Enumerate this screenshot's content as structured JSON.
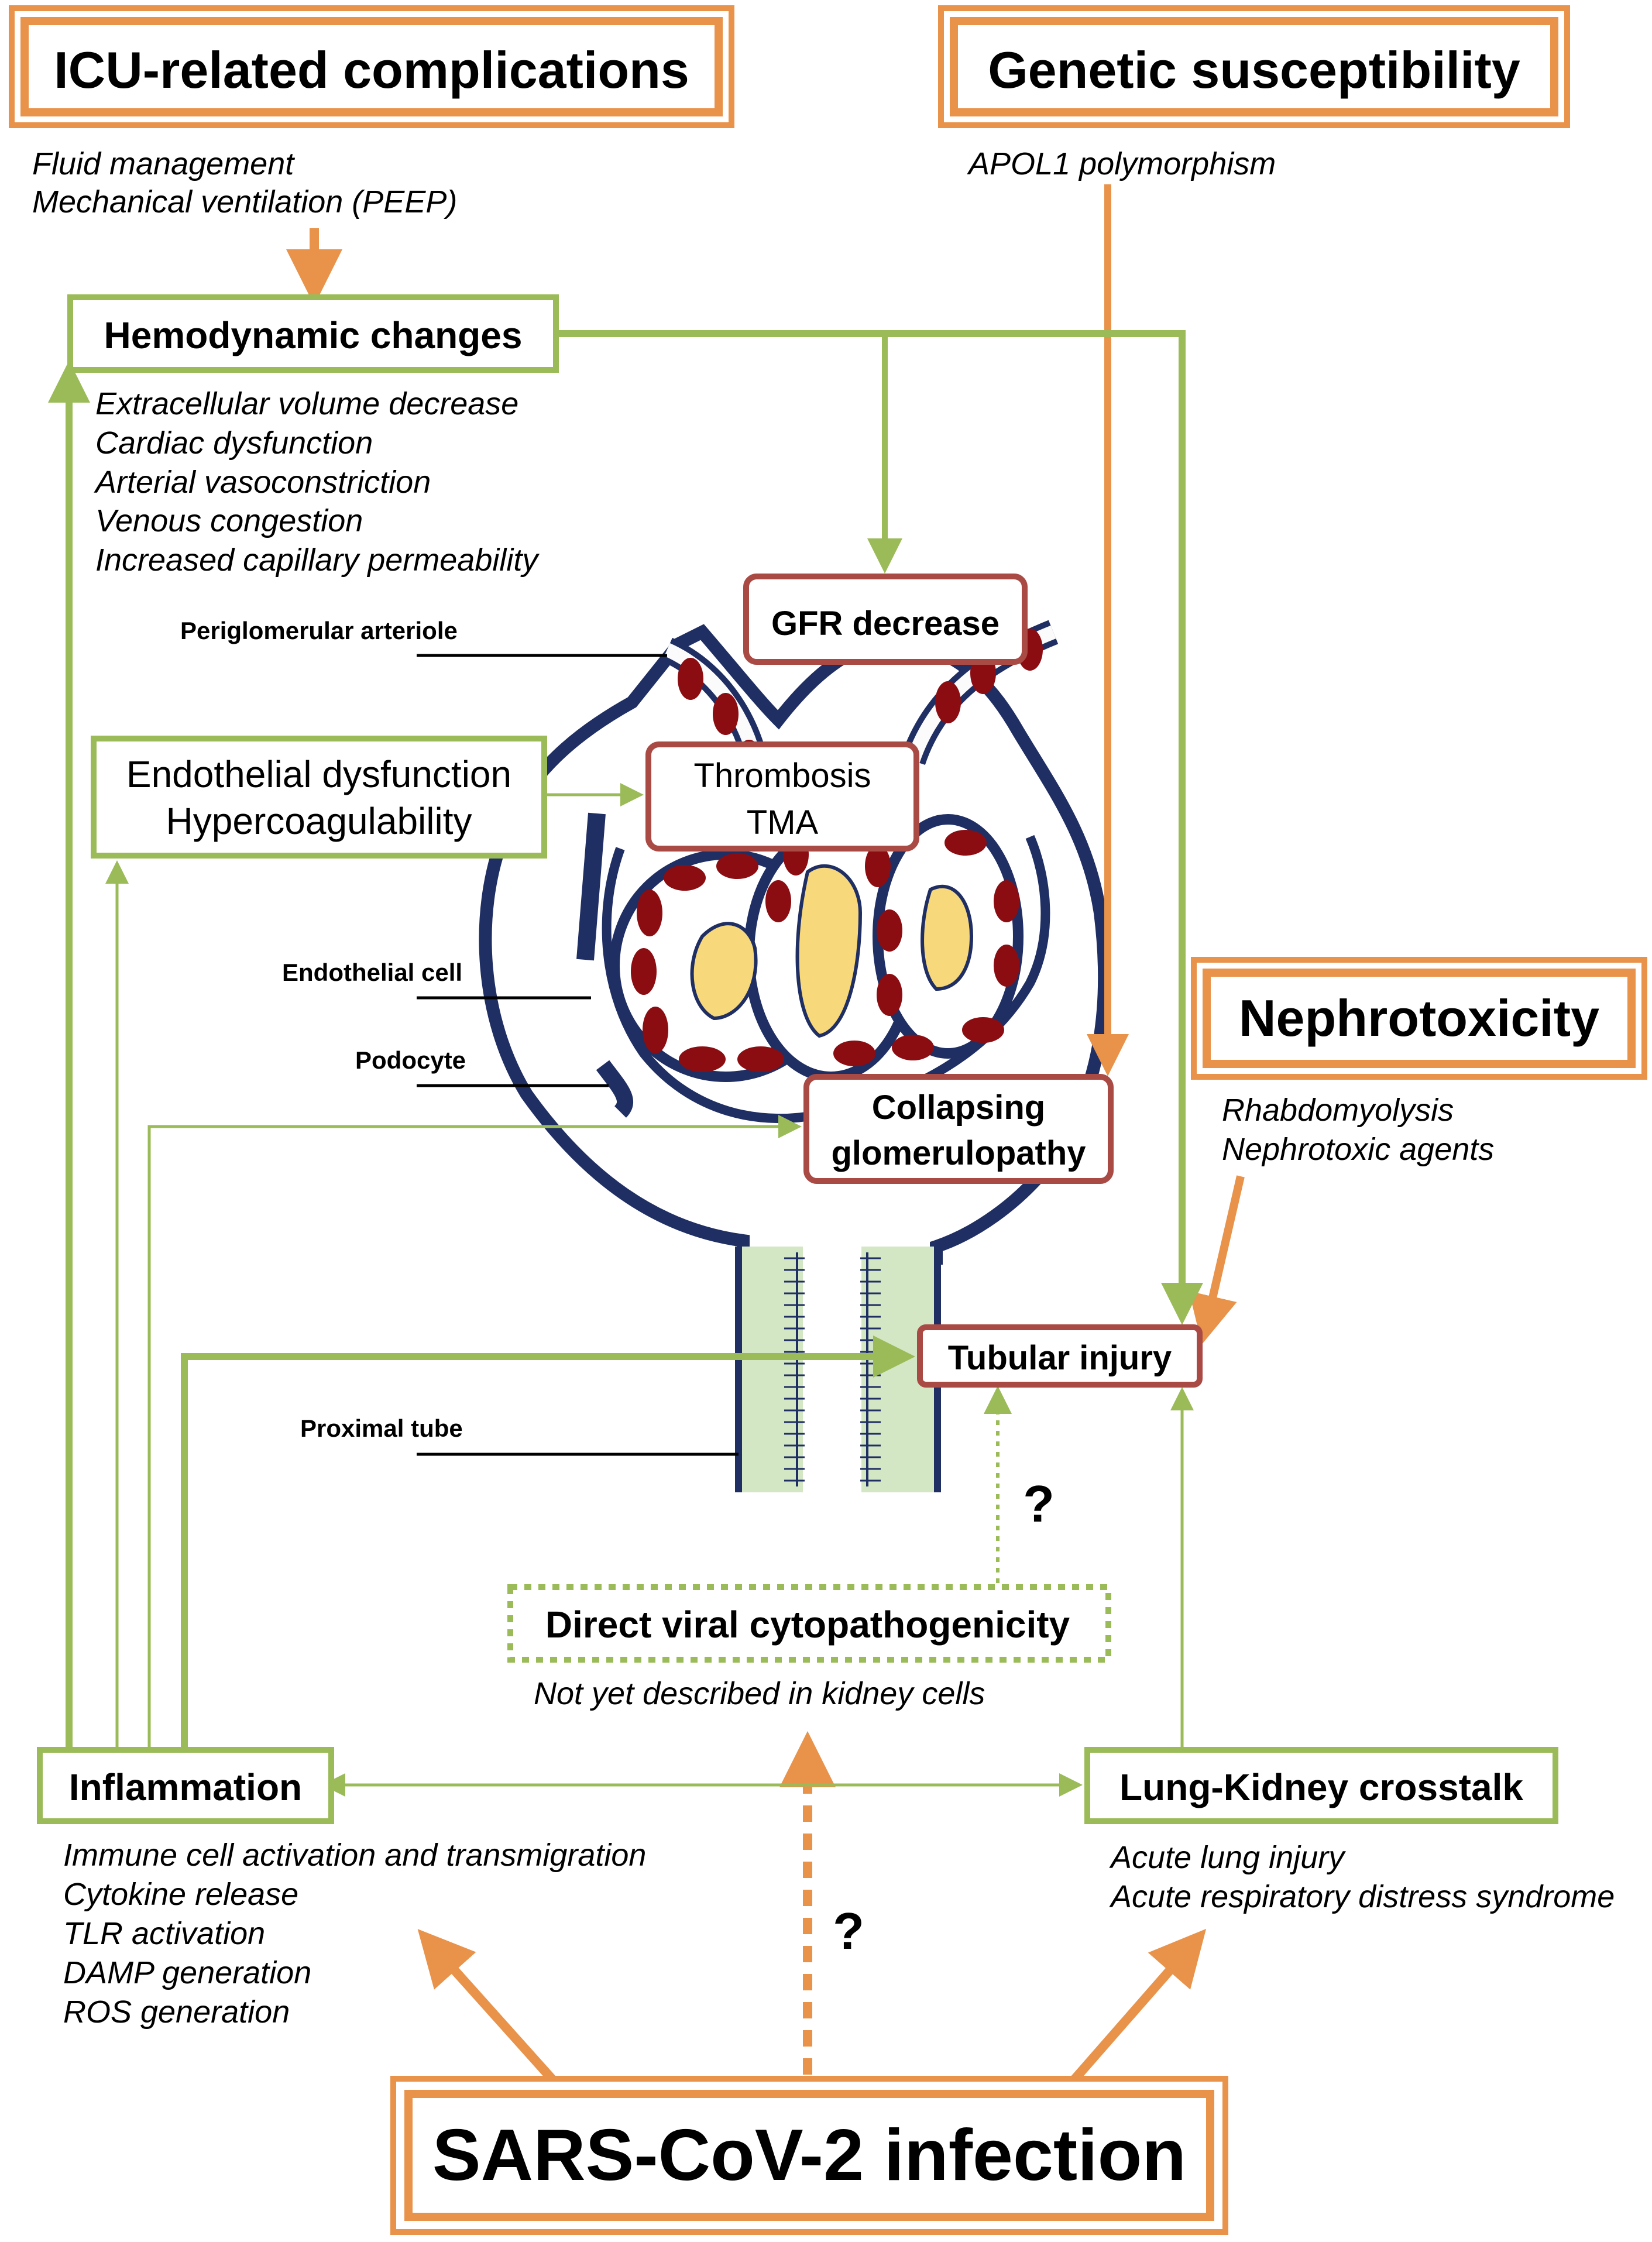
{
  "colors": {
    "orange": "#E8924A",
    "green": "#9BBB59",
    "red_box": "#A94A45",
    "navy": "#1F2E63",
    "blood": "#8B0D12",
    "fat": "#F7D87A",
    "tube_fill": "#D4E7C5"
  },
  "boxes": {
    "icu": "ICU-related complications",
    "genetic": "Genetic susceptibility",
    "nephrotoxicity": "Nephrotoxicity",
    "sars": "SARS-CoV-2 infection",
    "hemodynamic": "Hemodynamic changes",
    "endothelial_line1": "Endothelial dysfunction",
    "endothelial_line2": "Hypercoagulability",
    "gfr": "GFR decrease",
    "thrombosis_line1": "Thrombosis",
    "thrombosis_line2": "TMA",
    "collapsing_line1": "Collapsing",
    "collapsing_line2": "glomerulopathy",
    "tubular": "Tubular injury",
    "direct_viral": "Direct viral cytopathogenicity",
    "inflammation": "Inflammation",
    "lung_kidney": "Lung-Kidney crosstalk"
  },
  "notes": {
    "icu": [
      "Fluid management",
      "Mechanical ventilation (PEEP)"
    ],
    "genetic": [
      "APOL1 polymorphism"
    ],
    "hemodynamic": [
      "Extracellular volume decrease",
      "Cardiac dysfunction",
      "Arterial vasoconstriction",
      "Venous congestion",
      "Increased capillary permeability"
    ],
    "nephrotoxicity": [
      "Rhabdomyolysis",
      "Nephrotoxic agents"
    ],
    "direct_viral": [
      "Not yet described in kidney cells"
    ],
    "inflammation": [
      "Immune cell activation and  transmigration",
      "Cytokine release",
      "TLR activation",
      "DAMP generation",
      "ROS generation"
    ],
    "lung_kidney": [
      "Acute lung injury",
      "Acute respiratory distress syndrome"
    ]
  },
  "anatomy": {
    "arteriole": "Periglomerular arteriole",
    "endothelial_cell": "Endothelial cell",
    "podocyte": "Podocyte",
    "proximal_tube": "Proximal tube"
  },
  "question_mark": "?"
}
